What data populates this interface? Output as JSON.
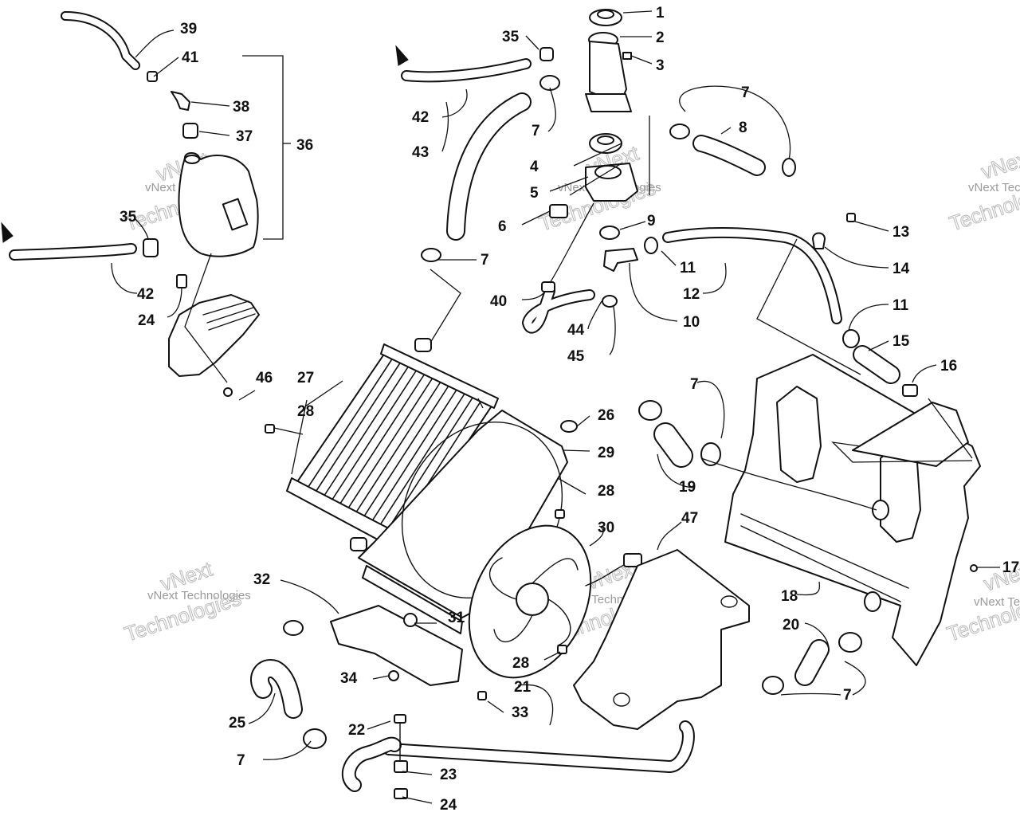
{
  "watermark": {
    "line1": "vNext",
    "line2": "Technologies",
    "caption": "vNext Technologies"
  },
  "callouts": [
    "1",
    "2",
    "3",
    "4",
    "5",
    "6",
    "7",
    "8",
    "9",
    "10",
    "11",
    "12",
    "13",
    "14",
    "15",
    "16",
    "17",
    "18",
    "19",
    "20",
    "21",
    "22",
    "23",
    "24",
    "25",
    "26",
    "27",
    "28",
    "29",
    "30",
    "31",
    "32",
    "33",
    "34",
    "35",
    "36",
    "37",
    "38",
    "39",
    "40",
    "41",
    "42",
    "43",
    "44",
    "45",
    "46",
    "47"
  ],
  "colors": {
    "line": "#111111",
    "background": "#ffffff",
    "watermark": "#b9b9b9"
  }
}
